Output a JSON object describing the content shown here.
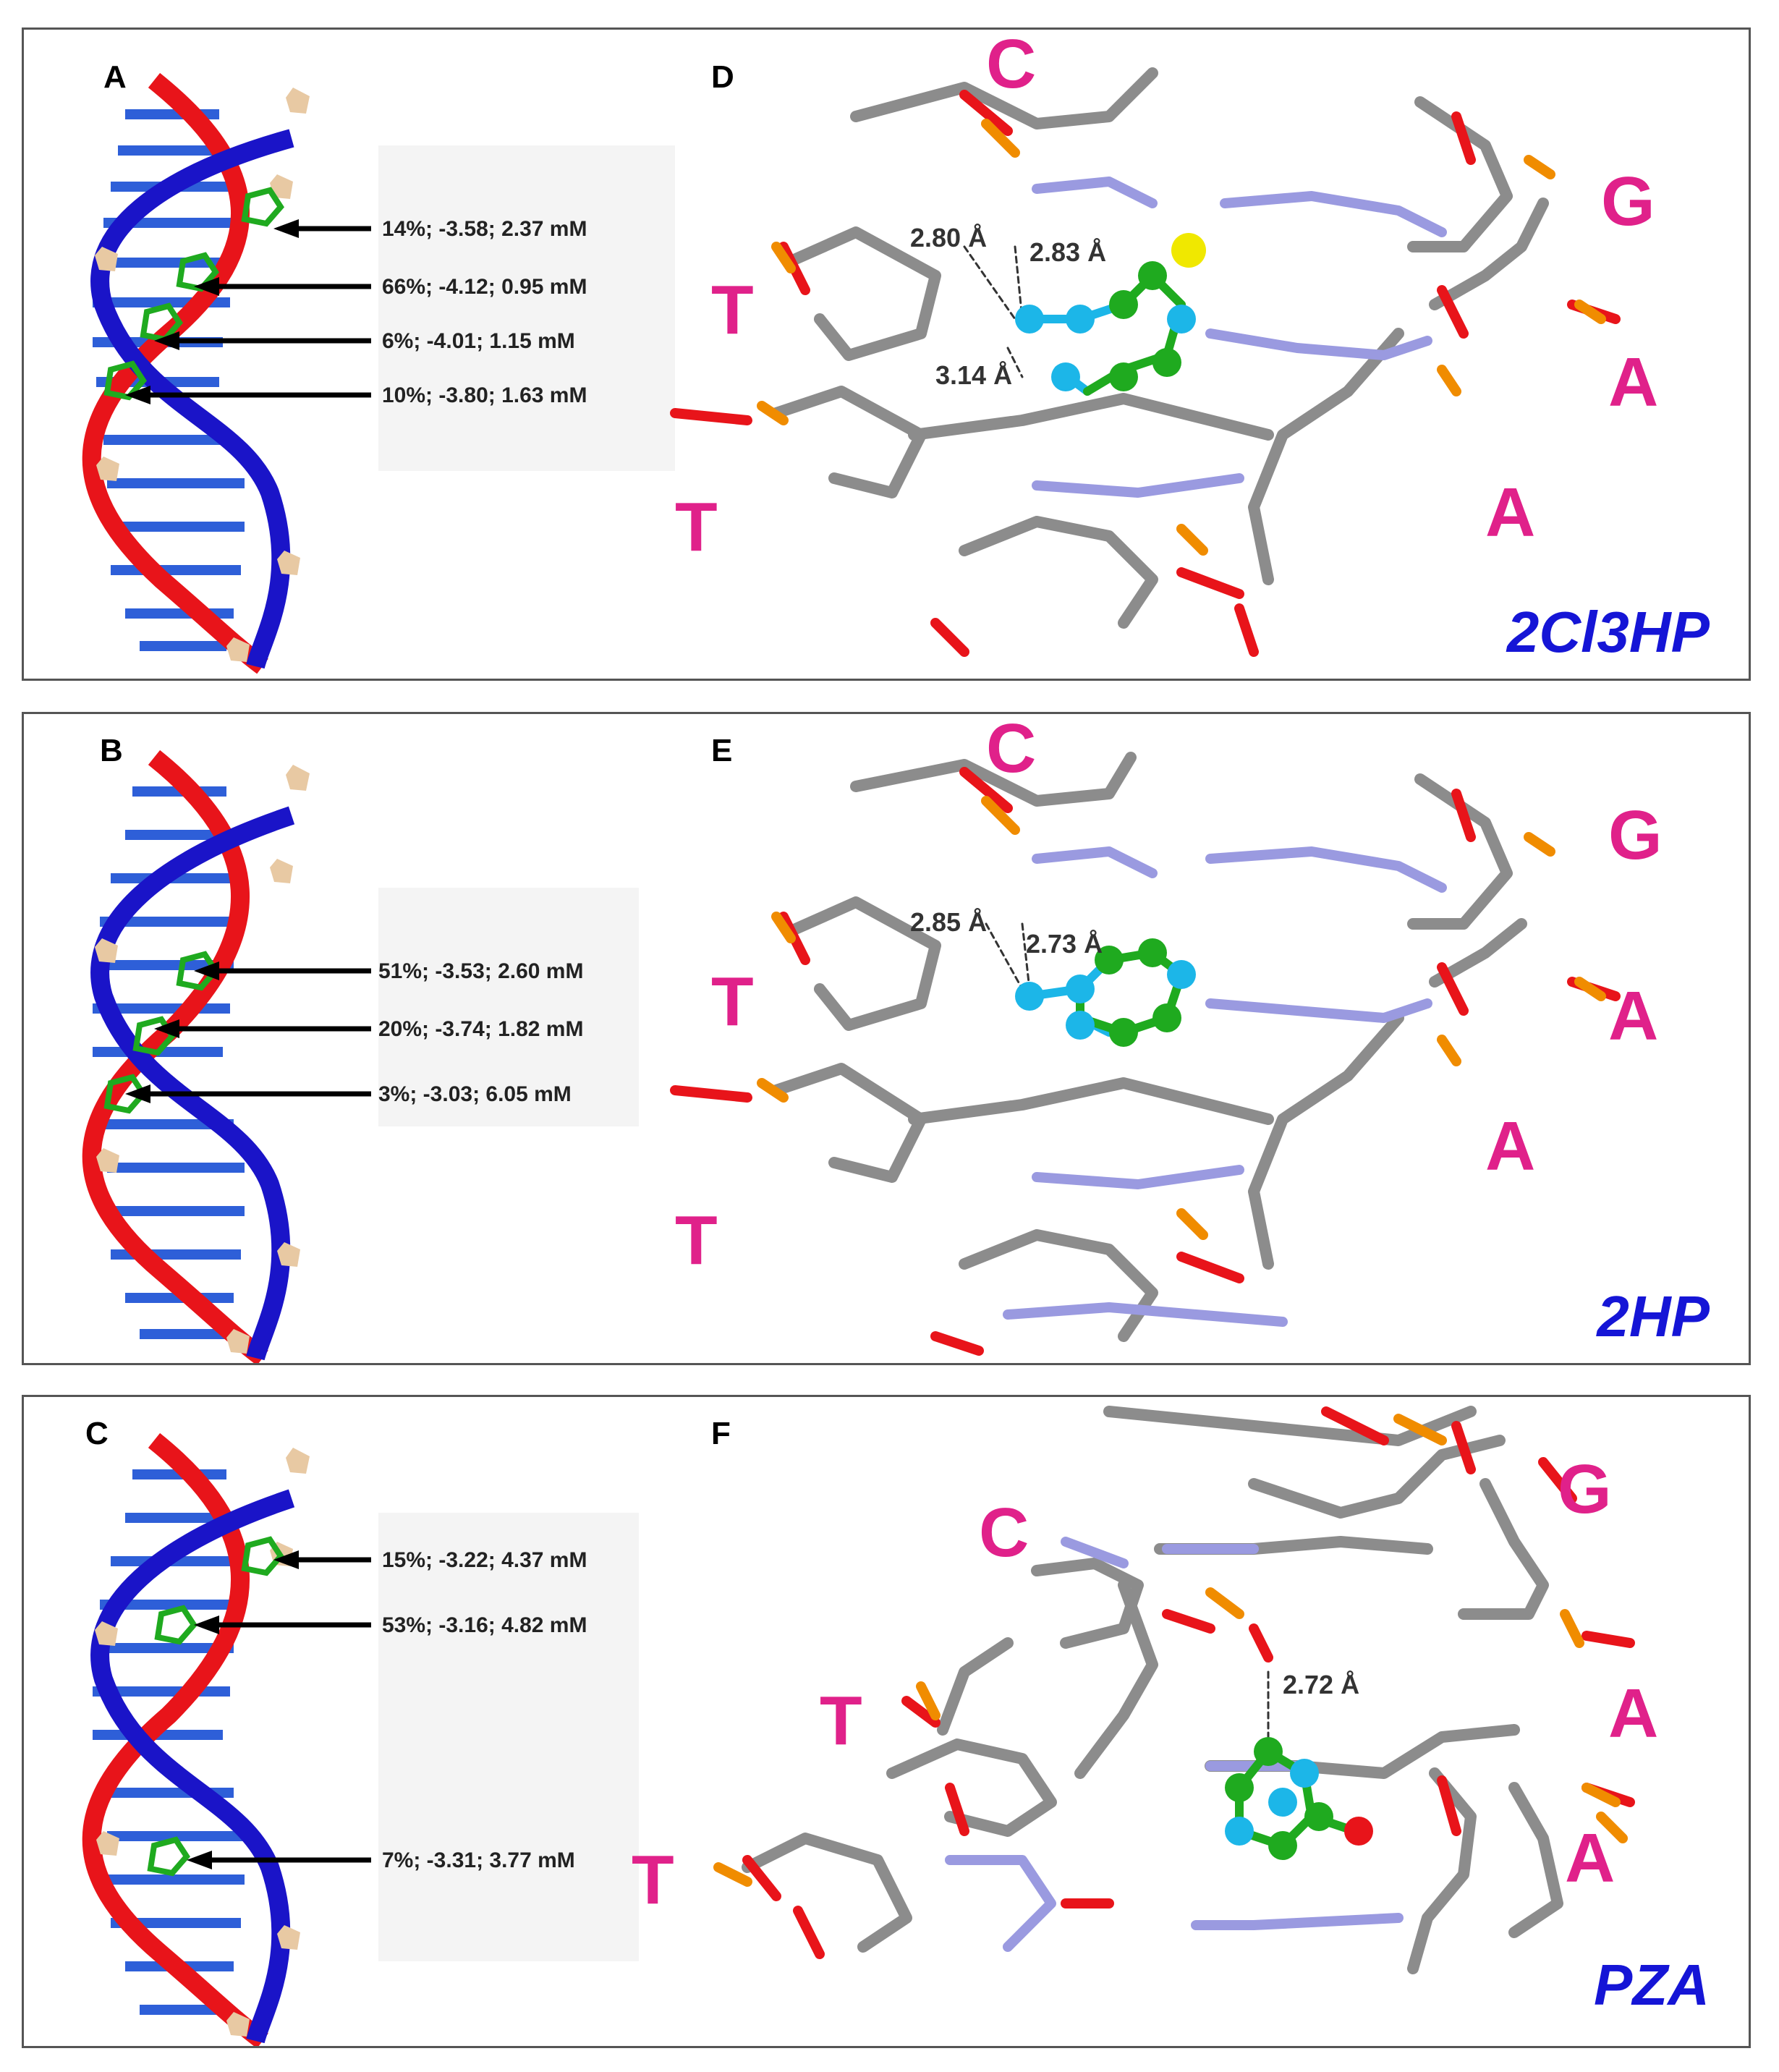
{
  "colors": {
    "strand_red": "#e8141a",
    "strand_blue": "#1a14c8",
    "base_blue": "#2e5fd8",
    "sugar_tan": "#e8c9a3",
    "ligand_green": "#1faa1f",
    "ligand_cyan": "#1cb6e8",
    "carbon_gray": "#8c8c8c",
    "oxygen_red": "#e8141a",
    "phosphorus_orange": "#f08c00",
    "nitrogen_lavender": "#9a9ae0",
    "chlorine_yellow": "#f0e800",
    "base_label_pink": "#e0218a",
    "compound_label_blue": "#1515d6"
  },
  "panels": {
    "A": {
      "letter": "A",
      "annotations": [
        "14%; -3.58; 2.37 mM",
        "66%; -4.12; 0.95 mM",
        "6%; -4.01; 1.15 mM",
        "10%; -3.80; 1.63 mM"
      ]
    },
    "B": {
      "letter": "B",
      "annotations": [
        "51%; -3.53; 2.60 mM",
        "20%; -3.74; 1.82 mM",
        "3%; -3.03; 6.05 mM"
      ]
    },
    "C": {
      "letter": "C",
      "annotations": [
        "15%; -3.22; 4.37 mM",
        "53%; -3.16; 4.82 mM",
        "7%; -3.31; 3.77 mM"
      ]
    },
    "D": {
      "letter": "D",
      "compound": "2Cl3HP",
      "distances": [
        "2.80 Å",
        "2.83 Å",
        "3.14 Å"
      ],
      "bases": {
        "top_left": "C",
        "left_upper": "T",
        "left_lower": "T",
        "right_top": "G",
        "right_mid": "A",
        "right_low": "A"
      }
    },
    "E": {
      "letter": "E",
      "compound": "2HP",
      "distances": [
        "2.85 Å",
        "2.73 Å"
      ],
      "bases": {
        "top_left": "C",
        "left_upper": "T",
        "left_lower": "T",
        "right_top": "G",
        "right_mid": "A",
        "right_low": "A"
      }
    },
    "F": {
      "letter": "F",
      "compound": "PZA",
      "distances": [
        "2.72 Å"
      ],
      "bases": {
        "top_left": "C",
        "left_upper": "T",
        "left_lower": "T",
        "right_top": "G",
        "right_mid": "A",
        "right_low": "A"
      }
    }
  }
}
